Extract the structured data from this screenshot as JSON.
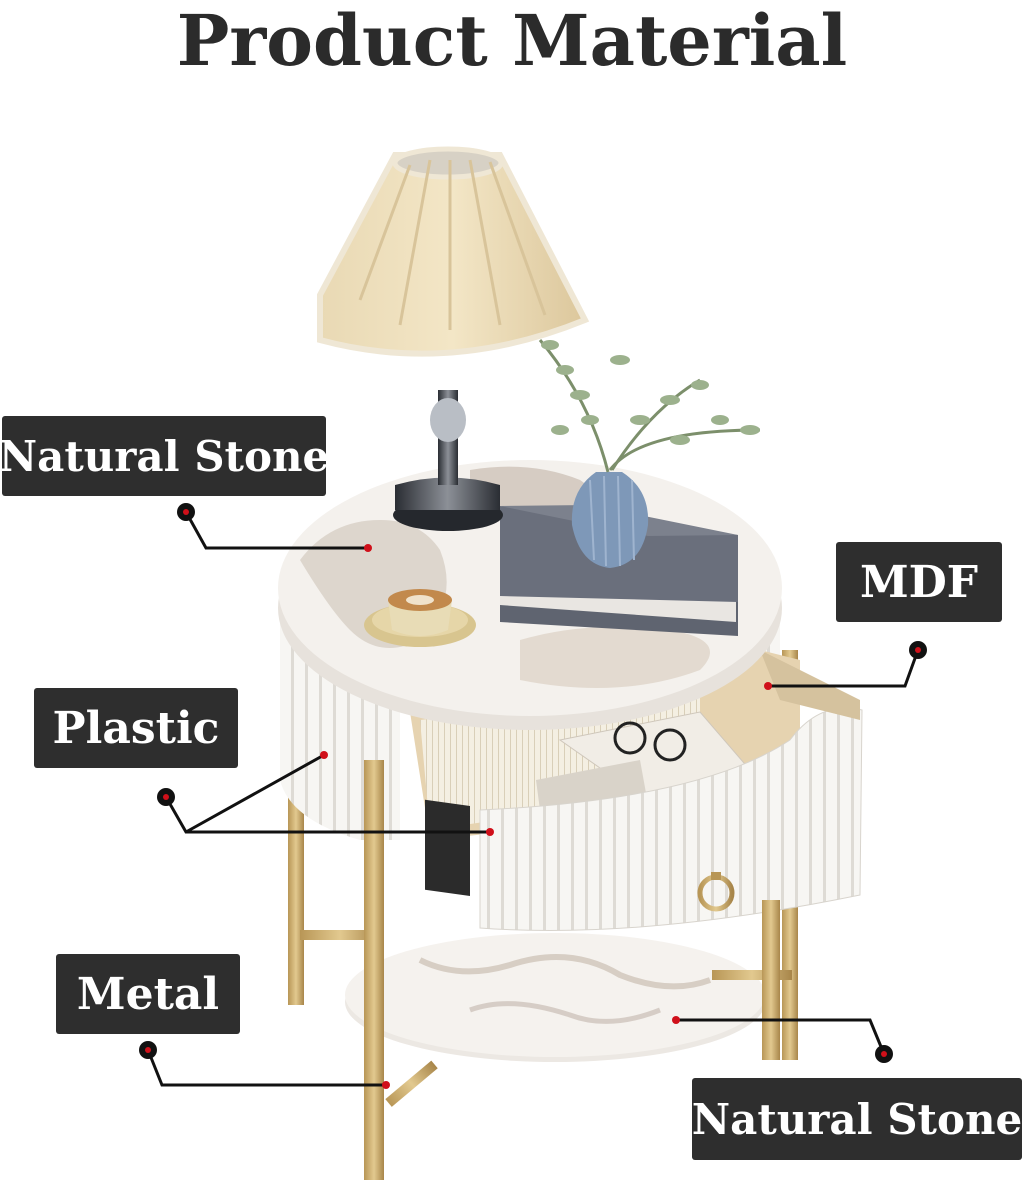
{
  "title": "Product Material",
  "labels": {
    "natural_stone_top": "Natural Stone",
    "mdf": "MDF",
    "plastic": "Plastic",
    "metal": "Metal",
    "natural_stone_bottom": "Natural Stone"
  },
  "colors": {
    "label_bg": "#2e2e2e",
    "label_text": "#ffffff",
    "title_text": "#2b2b2b",
    "callout_dot": "#d0101a",
    "gold_legs": "#c9a96a",
    "marble_white": "#f3efea",
    "drawer_wood": "#e8d6b8"
  }
}
